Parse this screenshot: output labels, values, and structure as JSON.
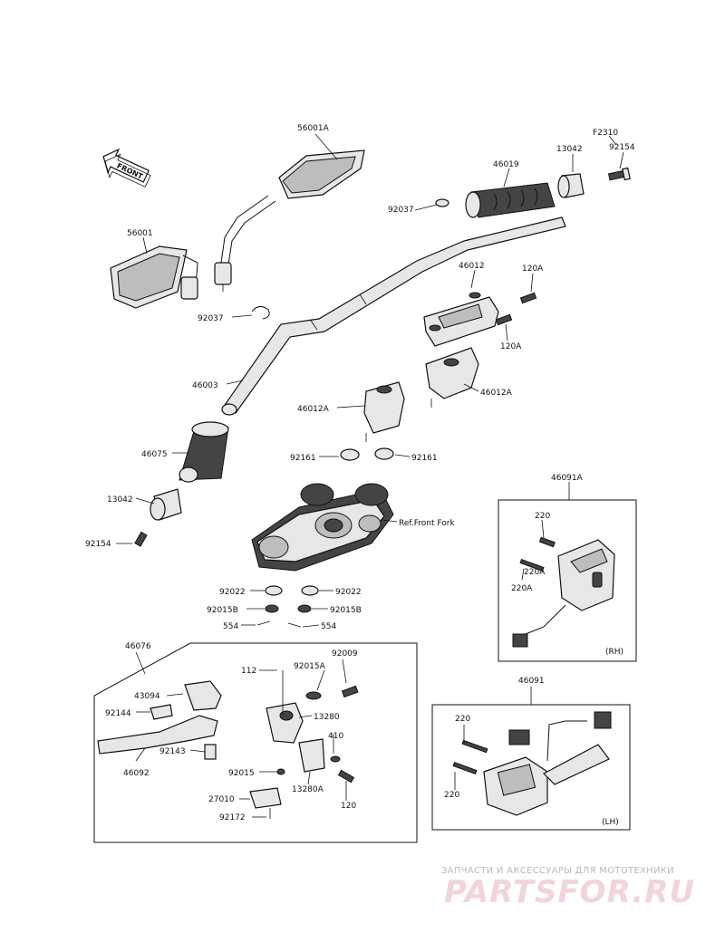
{
  "diagram": {
    "front_arrow_label": "FRONT",
    "labels": {
      "l_56001A": "56001A",
      "l_56001": "56001",
      "l_F2310": "F2310",
      "l_13042_top": "13042",
      "l_92154_top": "92154",
      "l_46019": "46019",
      "l_92037_top": "92037",
      "l_92037_left": "92037",
      "l_46012": "46012",
      "l_120A_a": "120A",
      "l_120A_b": "120A",
      "l_46003": "46003",
      "l_46012A_left": "46012A",
      "l_46012A_right": "46012A",
      "l_46075": "46075",
      "l_92161_left": "92161",
      "l_92161_right": "92161",
      "l_13042_left": "13042",
      "l_92154_left": "92154",
      "l_ref_front_fork": "Ref.Front Fork",
      "l_92022_left": "92022",
      "l_92022_right": "92022",
      "l_92015B_left": "92015B",
      "l_92015B_right": "92015B",
      "l_554_left": "554",
      "l_554_right": "554",
      "l_46091A": "46091A",
      "l_220_rh": "220",
      "l_220A_a": "220A",
      "l_220A_b": "220A",
      "l_RH": "(RH)",
      "l_46076": "46076",
      "l_112": "112",
      "l_92015A": "92015A",
      "l_92009": "92009",
      "l_43094": "43094",
      "l_92144": "92144",
      "l_13280": "13280",
      "l_410": "410",
      "l_92143": "92143",
      "l_46092": "46092",
      "l_92015": "92015",
      "l_13280A": "13280A",
      "l_120": "120",
      "l_27010": "27010",
      "l_92172": "92172",
      "l_46091": "46091",
      "l_220_lh_a": "220",
      "l_220_lh_b": "220",
      "l_LH": "(LH)"
    }
  },
  "watermark": {
    "tagline": "ЗАПЧАСТИ И АКСЕССУАРЫ ДЛЯ МОТОТЕХНИКИ",
    "logo": "PARTSFOR.RU",
    "color": "#e8b4bc"
  }
}
